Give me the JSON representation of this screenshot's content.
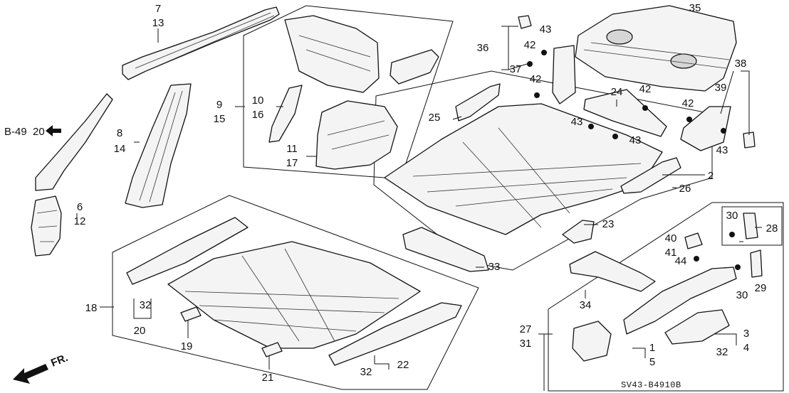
{
  "diagram": {
    "code": "SV43-B4910B",
    "ref": {
      "text": "B-49",
      "num": "20"
    },
    "direction_label": "FR.",
    "labels": [
      {
        "id": "l7",
        "text": "7"
      },
      {
        "id": "l13",
        "text": "13"
      },
      {
        "id": "l8",
        "text": "8"
      },
      {
        "id": "l14",
        "text": "14"
      },
      {
        "id": "l6",
        "text": "6"
      },
      {
        "id": "l12",
        "text": "12"
      },
      {
        "id": "l9",
        "text": "9"
      },
      {
        "id": "l15",
        "text": "15"
      },
      {
        "id": "l10",
        "text": "10"
      },
      {
        "id": "l16",
        "text": "16"
      },
      {
        "id": "l11",
        "text": "11"
      },
      {
        "id": "l17",
        "text": "17"
      },
      {
        "id": "l36",
        "text": "36"
      },
      {
        "id": "l37",
        "text": "37"
      },
      {
        "id": "l43a",
        "text": "43"
      },
      {
        "id": "l42a",
        "text": "42"
      },
      {
        "id": "l42b",
        "text": "42"
      },
      {
        "id": "l35",
        "text": "35"
      },
      {
        "id": "l38",
        "text": "38"
      },
      {
        "id": "l39",
        "text": "39"
      },
      {
        "id": "l24",
        "text": "24"
      },
      {
        "id": "l42c",
        "text": "42"
      },
      {
        "id": "l42d",
        "text": "42"
      },
      {
        "id": "l43b",
        "text": "43"
      },
      {
        "id": "l43c",
        "text": "43"
      },
      {
        "id": "l43d",
        "text": "43"
      },
      {
        "id": "l25",
        "text": "25"
      },
      {
        "id": "l2",
        "text": "2"
      },
      {
        "id": "l26",
        "text": "26"
      },
      {
        "id": "l23",
        "text": "23"
      },
      {
        "id": "l33",
        "text": "33"
      },
      {
        "id": "l34",
        "text": "34"
      },
      {
        "id": "l18",
        "text": "18"
      },
      {
        "id": "l32a",
        "text": "32"
      },
      {
        "id": "l20",
        "text": "20"
      },
      {
        "id": "l19",
        "text": "19"
      },
      {
        "id": "l21",
        "text": "21"
      },
      {
        "id": "l32b",
        "text": "32"
      },
      {
        "id": "l22",
        "text": "22"
      },
      {
        "id": "l30a",
        "text": "30"
      },
      {
        "id": "l28",
        "text": "28"
      },
      {
        "id": "l40",
        "text": "40"
      },
      {
        "id": "l41",
        "text": "41"
      },
      {
        "id": "l44",
        "text": "44"
      },
      {
        "id": "l29",
        "text": "29"
      },
      {
        "id": "l30b",
        "text": "30"
      },
      {
        "id": "l27",
        "text": "27"
      },
      {
        "id": "l31",
        "text": "31"
      },
      {
        "id": "l3",
        "text": "3"
      },
      {
        "id": "l4",
        "text": "4"
      },
      {
        "id": "l32c",
        "text": "32"
      },
      {
        "id": "l1",
        "text": "1"
      },
      {
        "id": "l5",
        "text": "5"
      }
    ]
  }
}
